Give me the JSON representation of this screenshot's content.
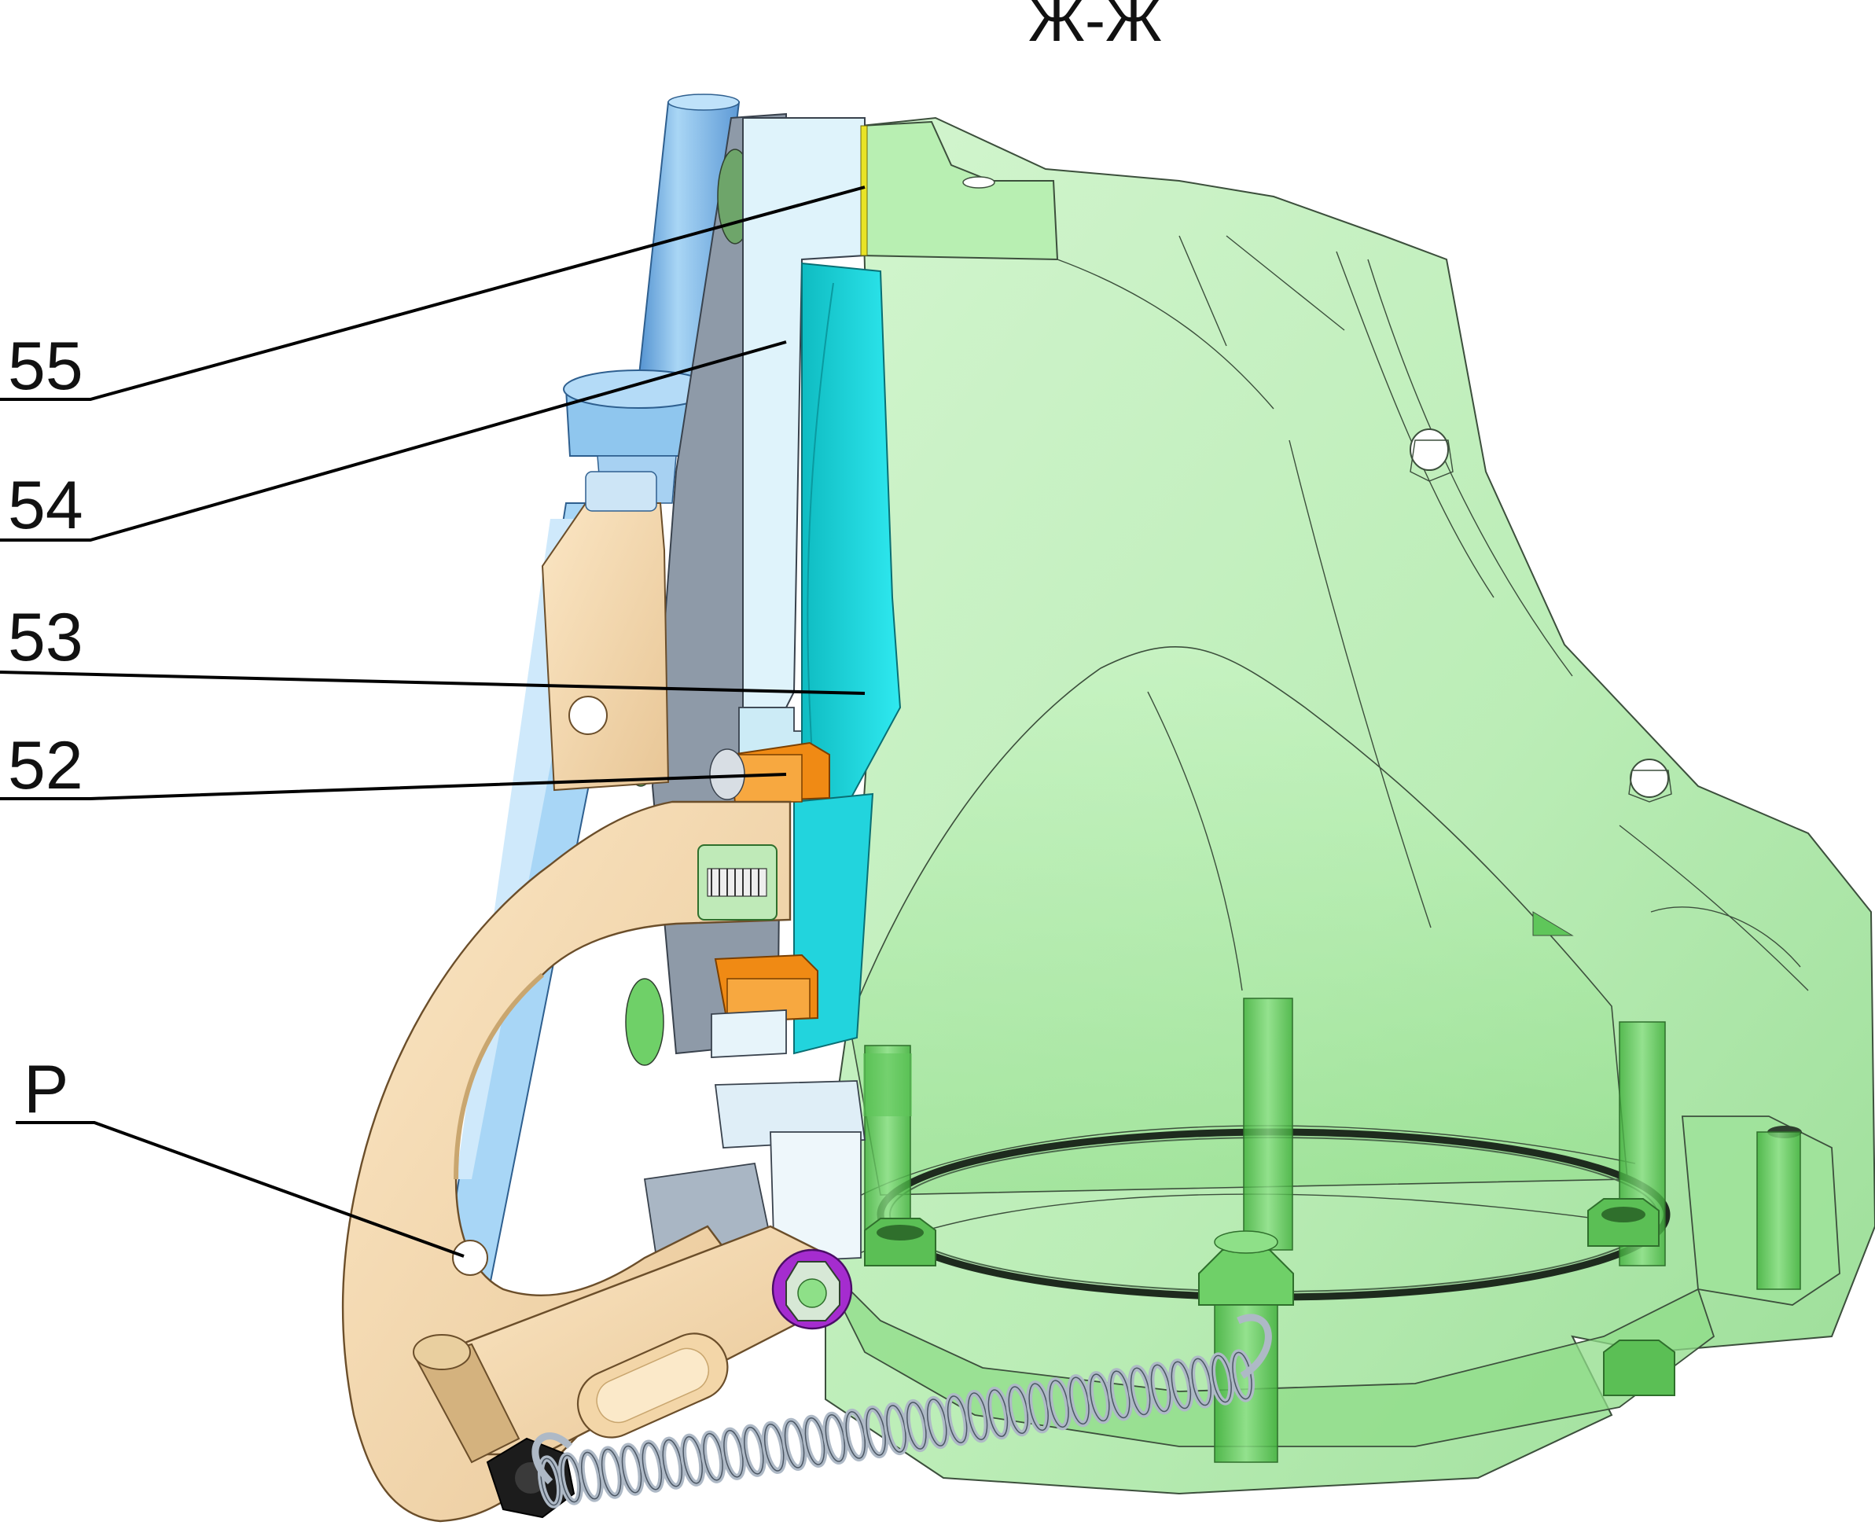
{
  "section_title": "Ж-Ж",
  "callouts": [
    {
      "id": "callout-55",
      "label": "55"
    },
    {
      "id": "callout-54",
      "label": "54"
    },
    {
      "id": "callout-53",
      "label": "53"
    },
    {
      "id": "callout-52",
      "label": "52"
    },
    {
      "id": "callout-p",
      "label": "P"
    }
  ],
  "colors": {
    "housing_green": "#9fe39a",
    "housing_green_dark": "#5fc65a",
    "rod_blue": "#8ec4ec",
    "plate_light": "#dff3fb",
    "seal_cyan": "#22dfe8",
    "seal_cyan_dark": "#10bfc4",
    "lever_beige": "#f6dcb2",
    "lever_shade": "#d9b98a",
    "bushing_orange": "#f08a14",
    "bracket_grey": "#8e9aa8",
    "nut_purple": "#a52ccf",
    "spring_grey": "#aeb9c6",
    "leader_black": "#000000"
  }
}
